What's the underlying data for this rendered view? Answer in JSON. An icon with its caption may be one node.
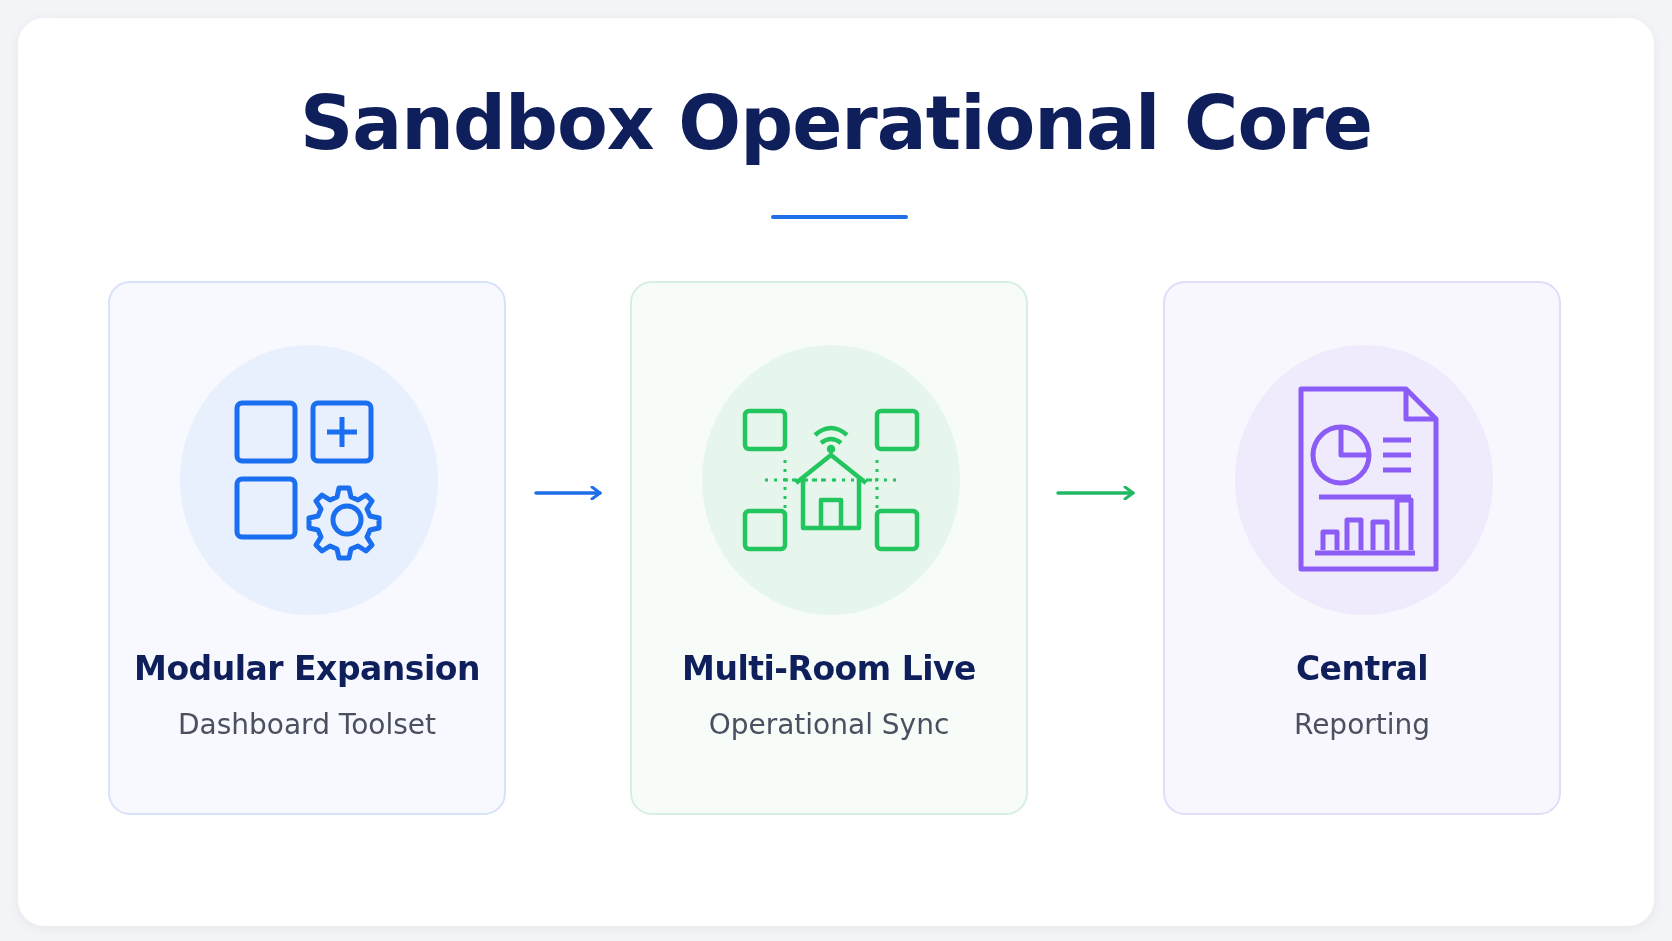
{
  "diagram": {
    "title": "Sandbox Operational Core",
    "nodes": [
      {
        "text": [
          "Modular Expansion",
          "Dashboard Toolset"
        ]
      },
      {
        "text": [
          "Multi-Room Live",
          "Operational Sync"
        ]
      },
      {
        "text": [
          "Central",
          "Reporting"
        ]
      }
    ],
    "edges": [
      {
        "from": 0,
        "to": 1,
        "arrow": "to",
        "color": "#1f6fe8"
      },
      {
        "from": 1,
        "to": 2,
        "arrow": "to",
        "color": "#22b863"
      }
    ]
  }
}
